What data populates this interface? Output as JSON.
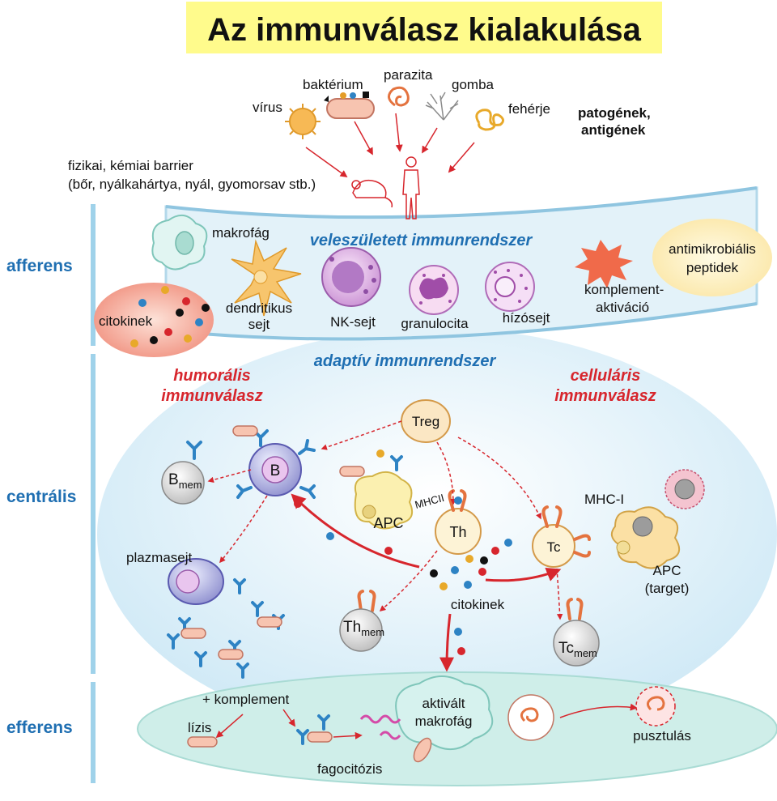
{
  "title": "Az immunválasz kialakulása",
  "sections": {
    "afferens": "afferens",
    "centralis": "centrális",
    "efferens": "efferens"
  },
  "pathogens": {
    "virus": "vírus",
    "bakterium": "baktérium",
    "parazita": "parazita",
    "gomba": "gomba",
    "feherje": "fehérje",
    "heading_line1": "patogének,",
    "heading_line2": "antigének"
  },
  "barrier": {
    "line1": "fizikai, kémiai barrier",
    "line2": "(bőr, nyálkahártya, nyál, gyomorsav stb.)"
  },
  "innate": {
    "title": "veleszületett immunrendszer",
    "makrofag": "makrofág",
    "dendritikus_line1": "dendritikus",
    "dendritikus_line2": "sejt",
    "nk": "NK-sejt",
    "granulocita": "granulocita",
    "hizosejt": "hízósejt",
    "komplement_line1": "komplement-",
    "komplement_line2": "aktiváció",
    "amp_line1": "antimikrobiális",
    "amp_line2": "peptidek",
    "citokinek": "citokinek"
  },
  "adaptive": {
    "title": "adaptív immunrendszer",
    "humoral_line1": "humorális",
    "humoral_line2": "immunválasz",
    "cellular_line1": "celluláris",
    "cellular_line2": "immunválasz",
    "treg": "Treg",
    "b": "B",
    "bmem_main": "B",
    "bmem_sub": "mem",
    "apc": "APC",
    "mhcii": "MHCII",
    "th": "Th",
    "tc": "Tc",
    "mhci": "MHC-I",
    "apc_target_line1": "APC",
    "apc_target_line2": "(target)",
    "plazmasejt": "plazmasejt",
    "thmem_main": "Th",
    "thmem_sub": "mem",
    "tcmem_main": "Tc",
    "tcmem_sub": "mem",
    "citokinek": "citokinek"
  },
  "effector": {
    "komplement": "+ komplement",
    "lizis": "lízis",
    "fagocitozis": "fagocitózis",
    "aktivalt_line1": "aktivált",
    "aktivalt_line2": "makrofág",
    "pusztulas": "pusztulás"
  },
  "colors": {
    "title_bg": "#fffb8c",
    "blue_text": "#1f6fb2",
    "red_text": "#d7262d",
    "arrow_red": "#d7262d",
    "membrane": "#bfe0ef",
    "cytokine_pink": "#f29a8c"
  }
}
